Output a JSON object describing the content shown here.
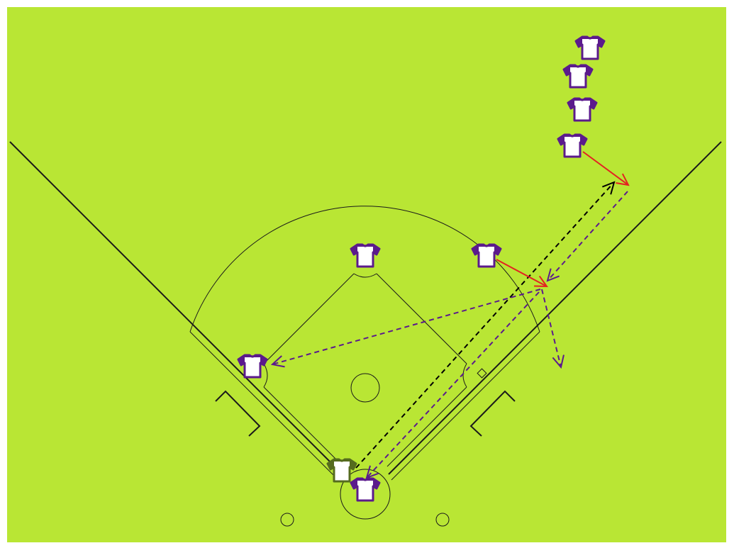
{
  "colors": {
    "background": "#ffffff",
    "field": "#b9e634",
    "lines": "#1a1a1a",
    "jersey_team": "#5b1a8c",
    "jersey_runner": "#556b1e",
    "jersey_body": "#ffffff",
    "move_arrow": "#e32222",
    "throw_arrow": "#5b1a8c",
    "hit_arrow": "#000000"
  },
  "players": [
    {
      "id": "outfielder-1",
      "team": "defense",
      "icon": "jersey-icon"
    },
    {
      "id": "outfielder-2",
      "team": "defense",
      "icon": "jersey-icon"
    },
    {
      "id": "outfielder-3",
      "team": "defense",
      "icon": "jersey-icon"
    },
    {
      "id": "right-fielder",
      "team": "defense",
      "icon": "jersey-icon"
    },
    {
      "id": "second-baseman",
      "team": "defense",
      "icon": "jersey-icon"
    },
    {
      "id": "first-baseman",
      "team": "defense",
      "icon": "jersey-icon"
    },
    {
      "id": "third-baseman",
      "team": "defense",
      "icon": "jersey-icon"
    },
    {
      "id": "catcher",
      "team": "defense",
      "icon": "jersey-icon"
    },
    {
      "id": "batter",
      "team": "offense",
      "icon": "jersey-icon"
    }
  ],
  "arrows": [
    {
      "id": "hit-arrow",
      "kind": "hit",
      "style": "dashed"
    },
    {
      "id": "right-fielder-move",
      "kind": "move",
      "style": "solid"
    },
    {
      "id": "first-baseman-move",
      "kind": "move",
      "style": "solid"
    },
    {
      "id": "relay-throw-1",
      "kind": "throw",
      "style": "dashed"
    },
    {
      "id": "relay-throw-2",
      "kind": "throw",
      "style": "dashed"
    },
    {
      "id": "relay-throw-3",
      "kind": "throw",
      "style": "dashed"
    },
    {
      "id": "relay-throw-4",
      "kind": "throw",
      "style": "dashed"
    }
  ]
}
